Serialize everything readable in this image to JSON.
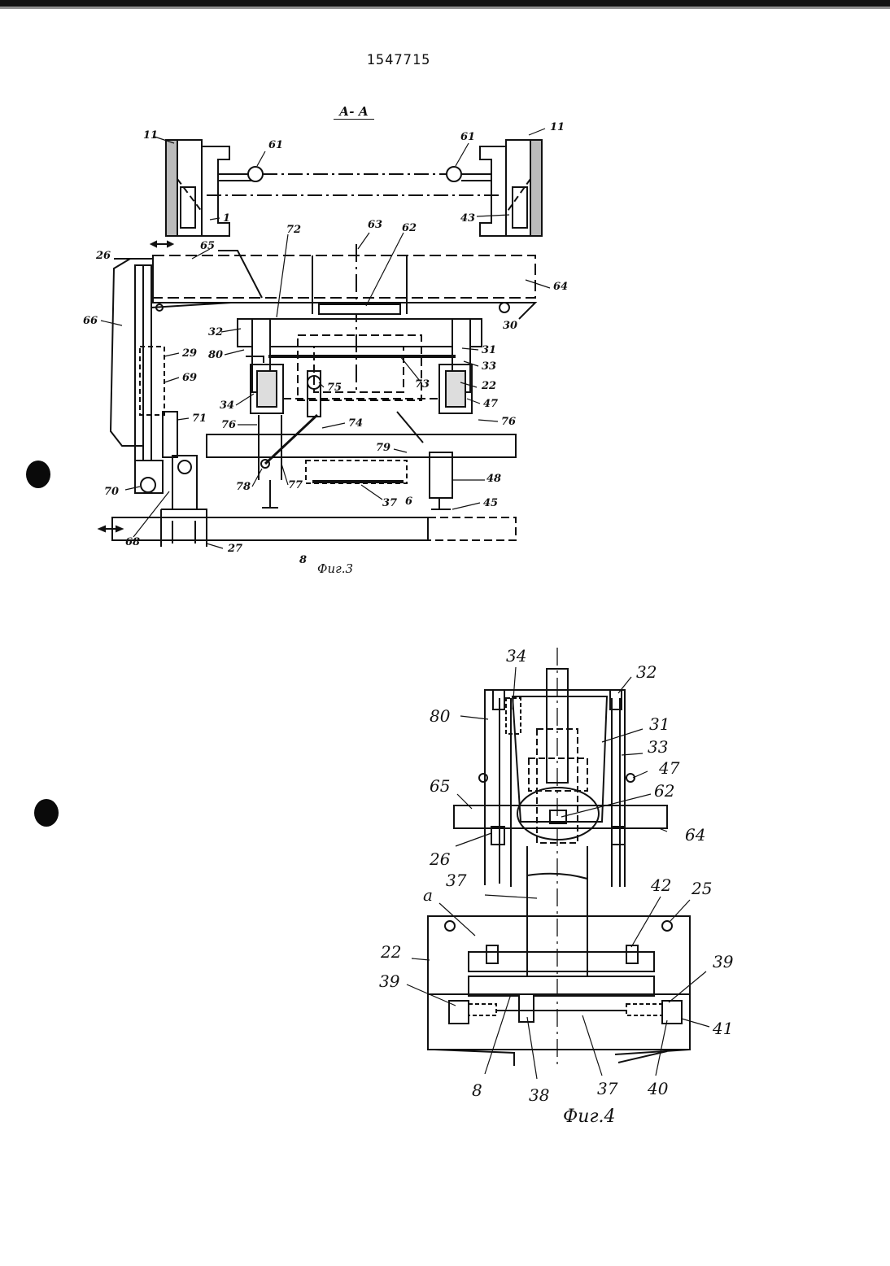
{
  "document": {
    "number": "1547715",
    "section_label": "А- А"
  },
  "figure3": {
    "caption": "Фиг.3",
    "labels": {
      "l11a": "11",
      "l61a": "61",
      "l61b": "61",
      "l11b": "11",
      "l1": "1",
      "l43": "43",
      "l63": "63",
      "l62": "62",
      "l72": "72",
      "l65": "65",
      "l26": "26",
      "l64": "64",
      "l30": "30",
      "l66": "66",
      "l32": "32",
      "l80": "80",
      "l31": "31",
      "l33": "33",
      "l22": "22",
      "l47": "47",
      "l29": "29",
      "l69": "69",
      "l73": "73",
      "l75": "75",
      "l34": "34",
      "l71": "71",
      "l76a": "76",
      "l76b": "76",
      "l74": "74",
      "l79": "79",
      "l48": "48",
      "l78": "78",
      "l77": "77",
      "l70": "70",
      "l37": "37",
      "l6": "6",
      "l45": "45",
      "l68": "68",
      "l27": "27",
      "l8": "8"
    }
  },
  "figure4": {
    "caption": "Фиг.4",
    "labels": {
      "l34": "34",
      "l32": "32",
      "l80": "80",
      "l31": "31",
      "l33": "33",
      "l47": "47",
      "l65": "65",
      "l62": "62",
      "l64": "64",
      "l26": "26",
      "la": "а",
      "l37a": "37",
      "l42": "42",
      "l25": "25",
      "l22": "22",
      "l39a": "39",
      "l39b": "39",
      "l41": "41",
      "l8": "8",
      "l38": "38",
      "l37b": "37",
      "l40": "40"
    }
  }
}
